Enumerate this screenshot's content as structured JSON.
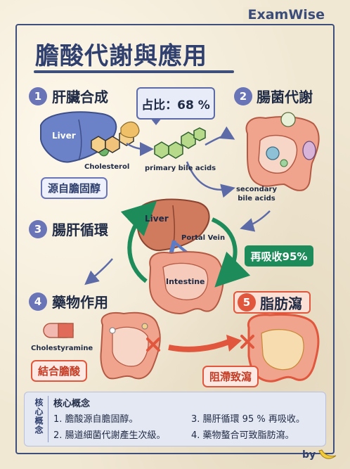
{
  "brand": "ExamWise",
  "title": "膽酸代謝與應用",
  "steps": [
    {
      "num": "1",
      "label": "肝臟合成",
      "tag": "源自膽固醇"
    },
    {
      "num": "2",
      "label": "腸菌代謝"
    },
    {
      "num": "3",
      "label": "腸肝循環"
    },
    {
      "num": "4",
      "label": "藥物作用",
      "tag": "結合膽酸"
    },
    {
      "num": "5",
      "label": "脂肪瀉",
      "tag": "阻滯致瀉"
    }
  ],
  "ratio_label": "占比：68 %",
  "labels": {
    "liver1": "Liver",
    "cholesterol": "Cholesterol",
    "primary": "primary bile acids",
    "secondary_1": "secondary",
    "secondary_2": "bile acids",
    "liver2": "Liver",
    "portal": "Portal Vein",
    "intestine": "Intestine",
    "cholestyramine": "Cholestyramine"
  },
  "reabsorb": "再吸收95%",
  "core": {
    "side": "核心概念",
    "title": "核心概念",
    "items": [
      "1. 膽酸源自膽固醇。",
      "3. 腸肝循環 95 % 再吸收。",
      "2. 腸道細菌代謝產生次級。",
      "4. 藥物螯合可致脂肪瀉。"
    ]
  },
  "byline": "by",
  "colors": {
    "accent": "#6a75b8",
    "red": "#e0573d",
    "green": "#1e8c5a",
    "navy": "#2f3f6e"
  },
  "icons": [
    "banana-icon",
    "pill-icon",
    "bacteria-icon",
    "cross-mark-icon"
  ]
}
